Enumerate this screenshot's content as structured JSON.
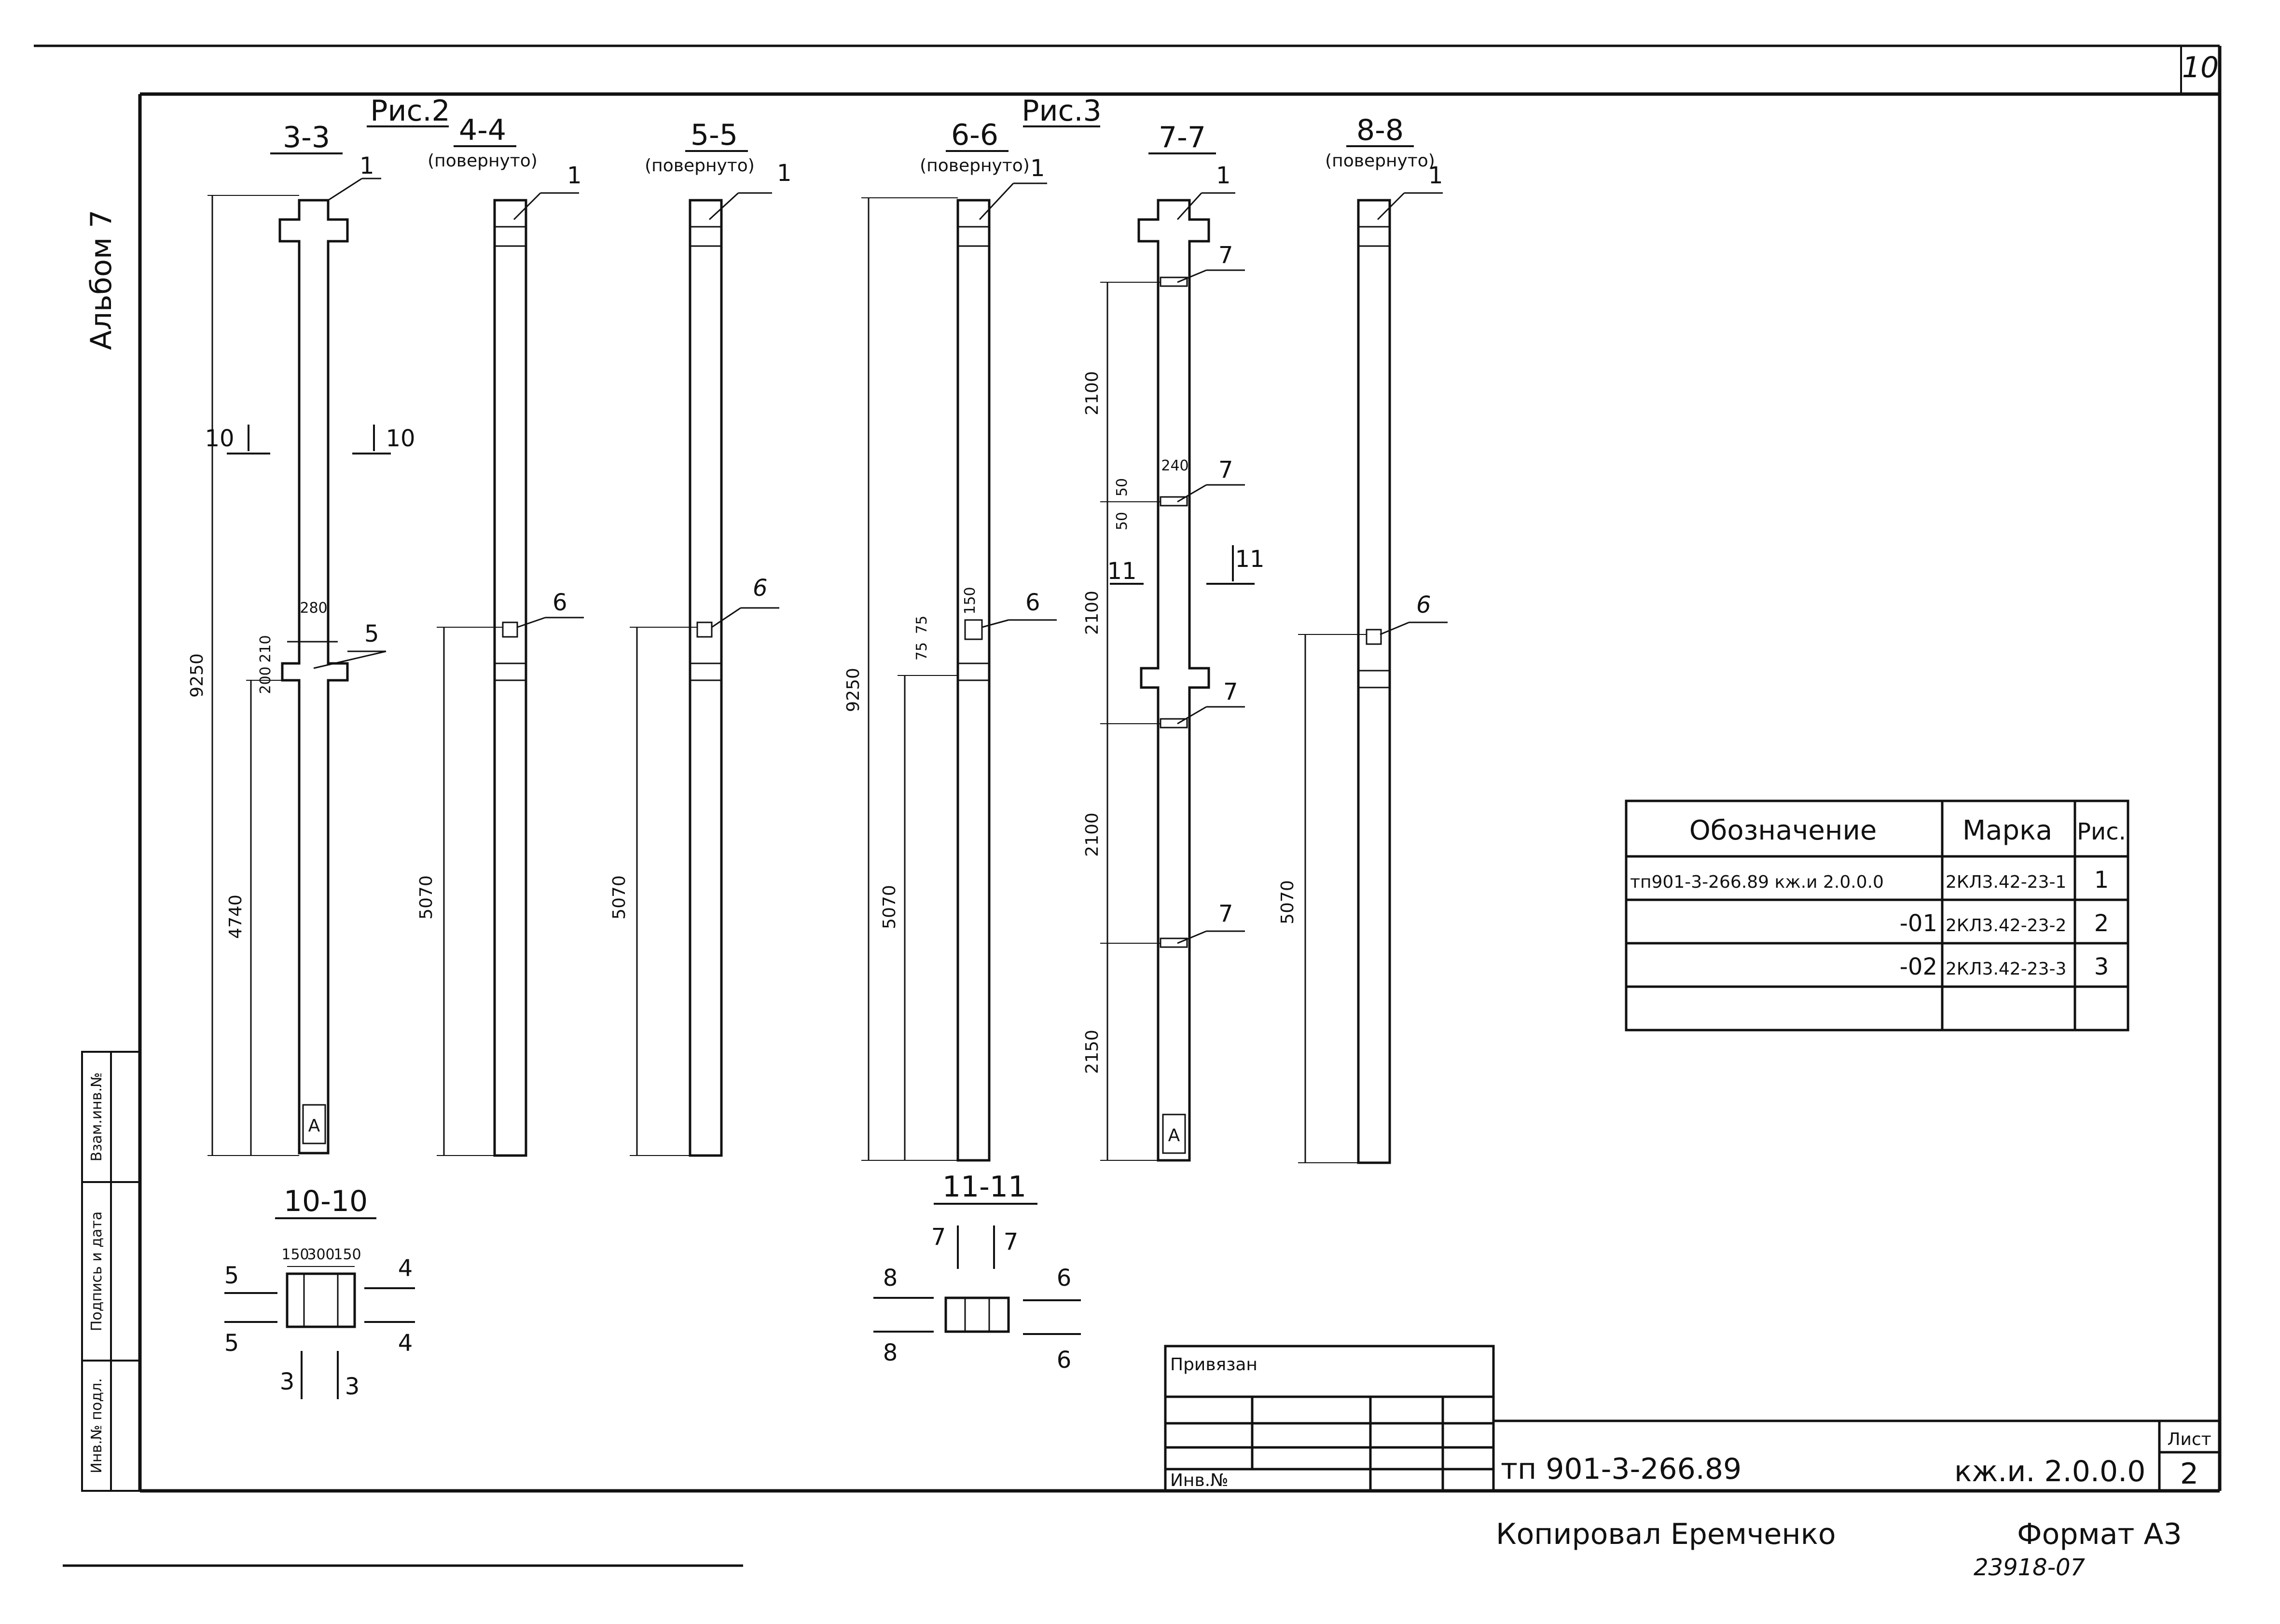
{
  "sheet": {
    "page_number": "10",
    "album_label": "Альбом 7",
    "title_code": "тп 901-3-266.89",
    "doc_code": "кж.и. 2.0.0.0",
    "sheet_label": "Лист",
    "sheet_number": "2",
    "bound_label": "Привязан",
    "inv_label": "Инв.№",
    "copied_by": "Копировал Еремченко",
    "format": "Формат А3",
    "order_number": "23918-07"
  },
  "side_stamp": {
    "cells": [
      "Инв.№ подл.",
      "Подпись и дата",
      "Взам.инв.№"
    ]
  },
  "figures": {
    "fig2": "Рис.2",
    "fig3": "Рис.3"
  },
  "sections": {
    "s3": "3-3",
    "s4": "4-4",
    "s5": "5-5",
    "s6": "6-6",
    "s7": "7-7",
    "s8": "8-8",
    "s10": "10-10",
    "s11": "11-11",
    "rotated": "(повернуто)"
  },
  "dimensions": {
    "d9250": "9250",
    "d4740": "4740",
    "d5070": "5070",
    "d2100": "2100",
    "d2150": "2150",
    "d280": "280",
    "d240": "240",
    "d210": "210",
    "d200": "200",
    "d75": "75",
    "d150": "150",
    "d300": "300",
    "d50": "50"
  },
  "callouts": {
    "c1": "1",
    "c5": "5",
    "c6": "6",
    "c7": "7",
    "m3": "3",
    "m4": "4",
    "m5": "5",
    "m6": "6",
    "m7": "7",
    "m8": "8",
    "m10": "10",
    "m11": "11",
    "mark_a": "А"
  },
  "spec_table": {
    "headers": [
      "Обозначение",
      "Марка",
      "Рис."
    ],
    "rows": [
      {
        "designation": "тп901-3-266.89  кж.и 2.0.0.0",
        "mark": "2КЛ3.42-23-1",
        "fig": "1"
      },
      {
        "designation": "-01",
        "mark": "2КЛ3.42-23-2",
        "fig": "2"
      },
      {
        "designation": "-02",
        "mark": "2КЛ3.42-23-3",
        "fig": "3"
      },
      {
        "designation": "",
        "mark": "",
        "fig": ""
      }
    ]
  }
}
